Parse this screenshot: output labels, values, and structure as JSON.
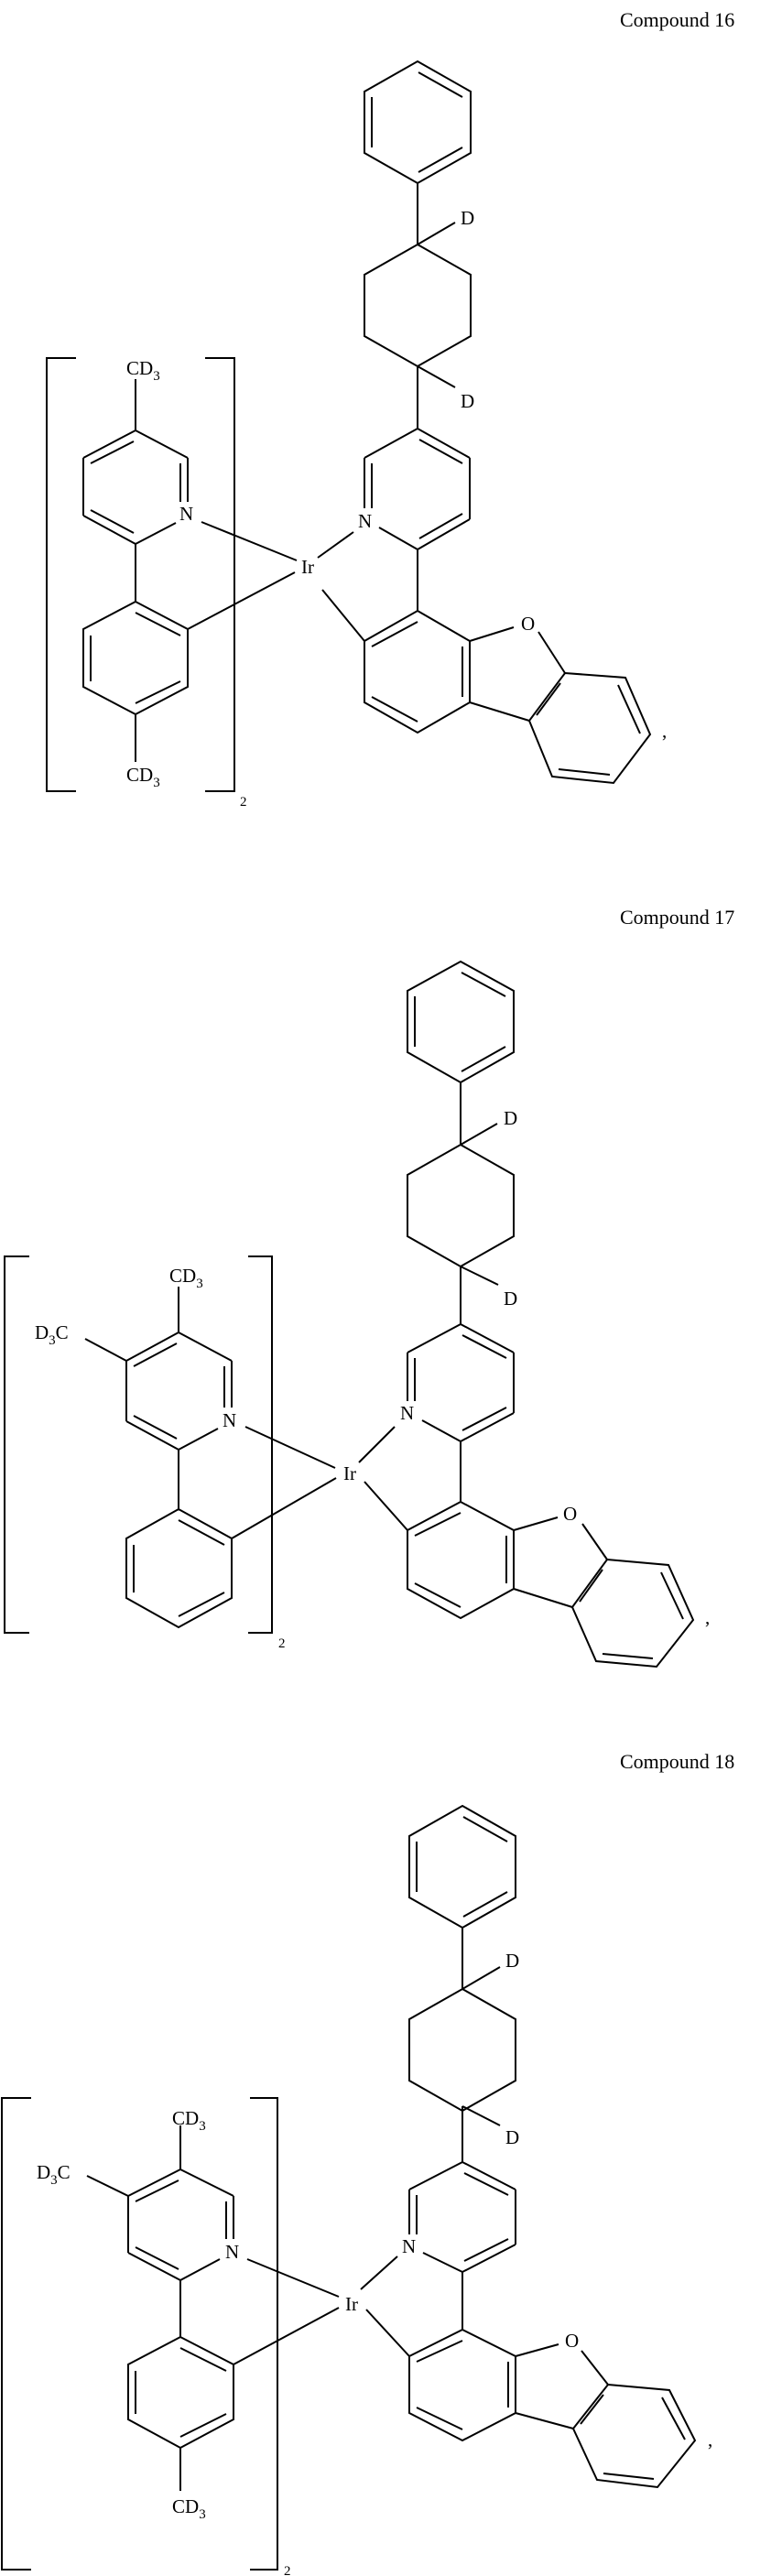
{
  "page": {
    "background": "#ffffff",
    "ink": "#000000"
  },
  "compounds": [
    {
      "title": "Compound 16",
      "metal": "Ir",
      "bracket_subscript": "2",
      "ancillary_ligand": {
        "top_substituent": {
          "main": "CD",
          "sub": "3"
        },
        "bottom_substituent": {
          "main": "CD",
          "sub": "3"
        },
        "nitrogen": "N"
      },
      "main_ligand": {
        "deuterium_top": "D",
        "deuterium_bottom": "D",
        "nitrogen": "N",
        "oxygen": "O"
      },
      "trailing": ","
    },
    {
      "title": "Compound 17",
      "metal": "Ir",
      "bracket_subscript": "2",
      "ancillary_ligand": {
        "top_substituent": {
          "main": "CD",
          "sub": "3"
        },
        "left_substituent": {
          "pre": "D",
          "sub": "3",
          "post": "C"
        },
        "nitrogen": "N"
      },
      "main_ligand": {
        "deuterium_top": "D",
        "deuterium_bottom": "D",
        "nitrogen": "N",
        "oxygen": "O"
      },
      "trailing": ","
    },
    {
      "title": "Compound 18",
      "metal": "Ir",
      "bracket_subscript": "2",
      "ancillary_ligand": {
        "top_substituent": {
          "main": "CD",
          "sub": "3"
        },
        "left_substituent": {
          "pre": "D",
          "sub": "3",
          "post": "C"
        },
        "bottom_substituent": {
          "main": "CD",
          "sub": "3"
        },
        "nitrogen": "N"
      },
      "main_ligand": {
        "deuterium_top": "D",
        "deuterium_bottom": "D",
        "nitrogen": "N",
        "oxygen": "O"
      },
      "trailing": ","
    }
  ]
}
